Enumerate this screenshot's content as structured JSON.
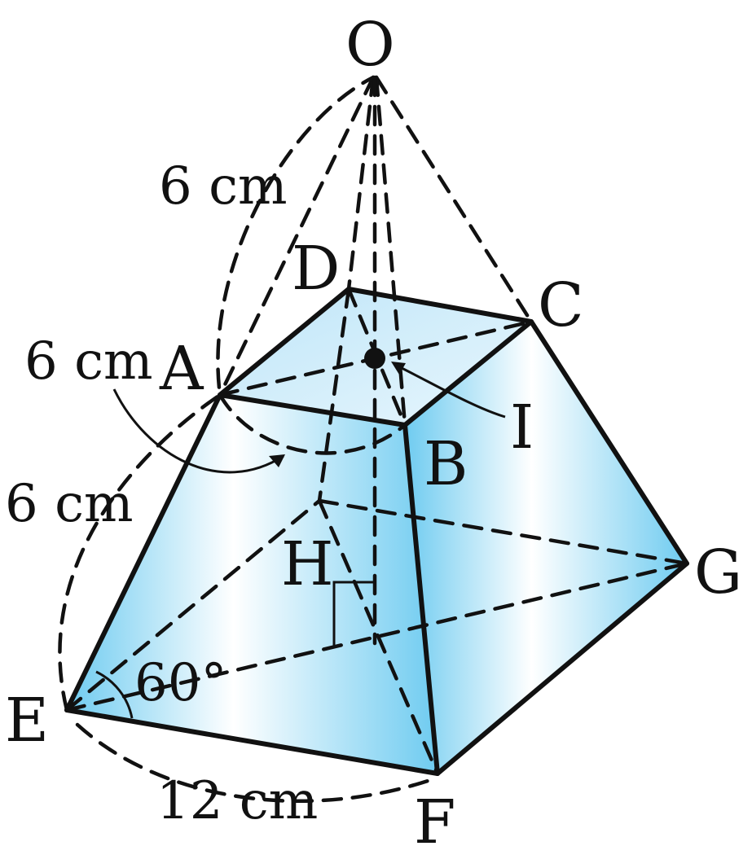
{
  "vertices": {
    "O": "O",
    "A": "A",
    "B": "B",
    "C": "C",
    "D": "D",
    "E": "E",
    "F": "F",
    "G": "G",
    "H": "H",
    "I": "I"
  },
  "measurements": {
    "slant_upper": "6 cm",
    "top_edge": "6 cm",
    "slant_lower": "6 cm",
    "bottom_edge": "12 cm",
    "angle": "60°"
  },
  "colors": {
    "face_edge": "#6ecbf0",
    "face_center": "#ffffff",
    "line": "#111111"
  }
}
